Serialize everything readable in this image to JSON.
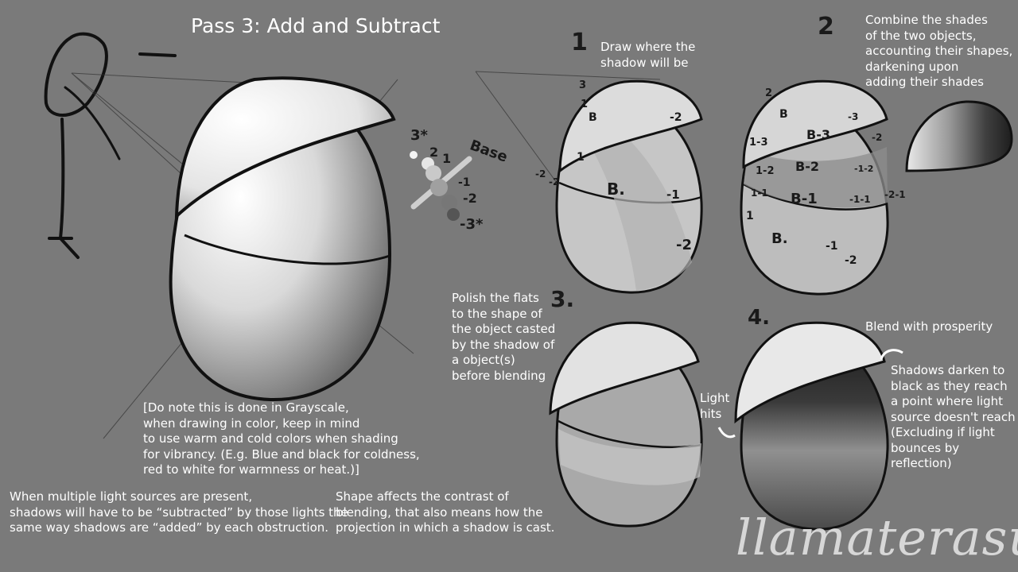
{
  "title": "Pass 3: Add and Subtract",
  "steps": {
    "step1": {
      "number": "1",
      "text": "Draw where the\nshadow will be"
    },
    "step2": {
      "number": "2",
      "text": "Combine the shades\nof the two objects,\naccounting their shapes,\ndarkening upon\nadding their shades"
    },
    "step3": {
      "number": "3.",
      "text": "Polish the flats\nto the shape of\nthe object casted\nby the shadow of\na object(s)\nbefore blending"
    },
    "step4": {
      "number": "4.",
      "text": "Blend with prosperity"
    }
  },
  "note_shadows": "Shadows darken to\nblack as they reach\na point where light\nsource doesn't reach\n(Excluding if light\nbounces by reflection)",
  "light_hits": "Light\nhits",
  "grayscale_note": "[Do note this is done in Grayscale,\nwhen drawing in color, keep in mind\nto use warm and cold colors when shading\nfor vibrancy. (E.g. Blue and black for coldness,\nred to white for warmness or heat.)]",
  "multiple_lights_note": "When multiple light sources are present,\nshadows will have to be “subtracted” by those lights the\nsame way shadows are “added” by each obstruction.",
  "shape_contrast_note": "Shape affects the contrast of\nblending, that also means how the\nprojection in which a shadow is cast.",
  "scale": {
    "top": "3*",
    "labels": [
      "2",
      "1",
      "Base",
      "-1",
      "-2",
      "-3*"
    ]
  },
  "step1_labels": [
    "3",
    "1",
    "B",
    "-2",
    "-2",
    "1",
    "-2",
    "-1",
    "B.",
    "-1",
    "-2"
  ],
  "step2_labels": [
    "2",
    "B",
    "-3",
    "-2",
    "1-3",
    "B-3",
    "-2",
    "1-2",
    "B-2",
    "-1-2",
    "1-1",
    "B-1",
    "-1-1",
    "-2-1",
    "1",
    "B.",
    "-1",
    "-2"
  ],
  "signature": "llamaterasu",
  "colors": {
    "background": "#7a7a7a",
    "ink": "#1a1a1a",
    "text": "#ffffff"
  }
}
